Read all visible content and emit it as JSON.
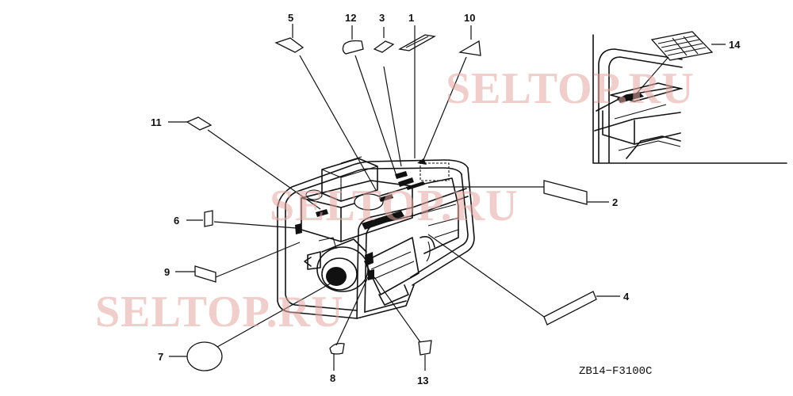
{
  "callouts": {
    "c1": "1",
    "c2": "2",
    "c3": "3",
    "c4": "4",
    "c5": "5",
    "c6": "6",
    "c7": "7",
    "c8": "8",
    "c9": "9",
    "c10": "10",
    "c11": "11",
    "c12": "12",
    "c13": "13",
    "c14": "14"
  },
  "diagram_code": "ZB14−F3100C",
  "watermark": "SELTOP.RU",
  "colors": {
    "ink": "#111111",
    "watermark": "#e3a7a2",
    "background": "#ffffff"
  }
}
